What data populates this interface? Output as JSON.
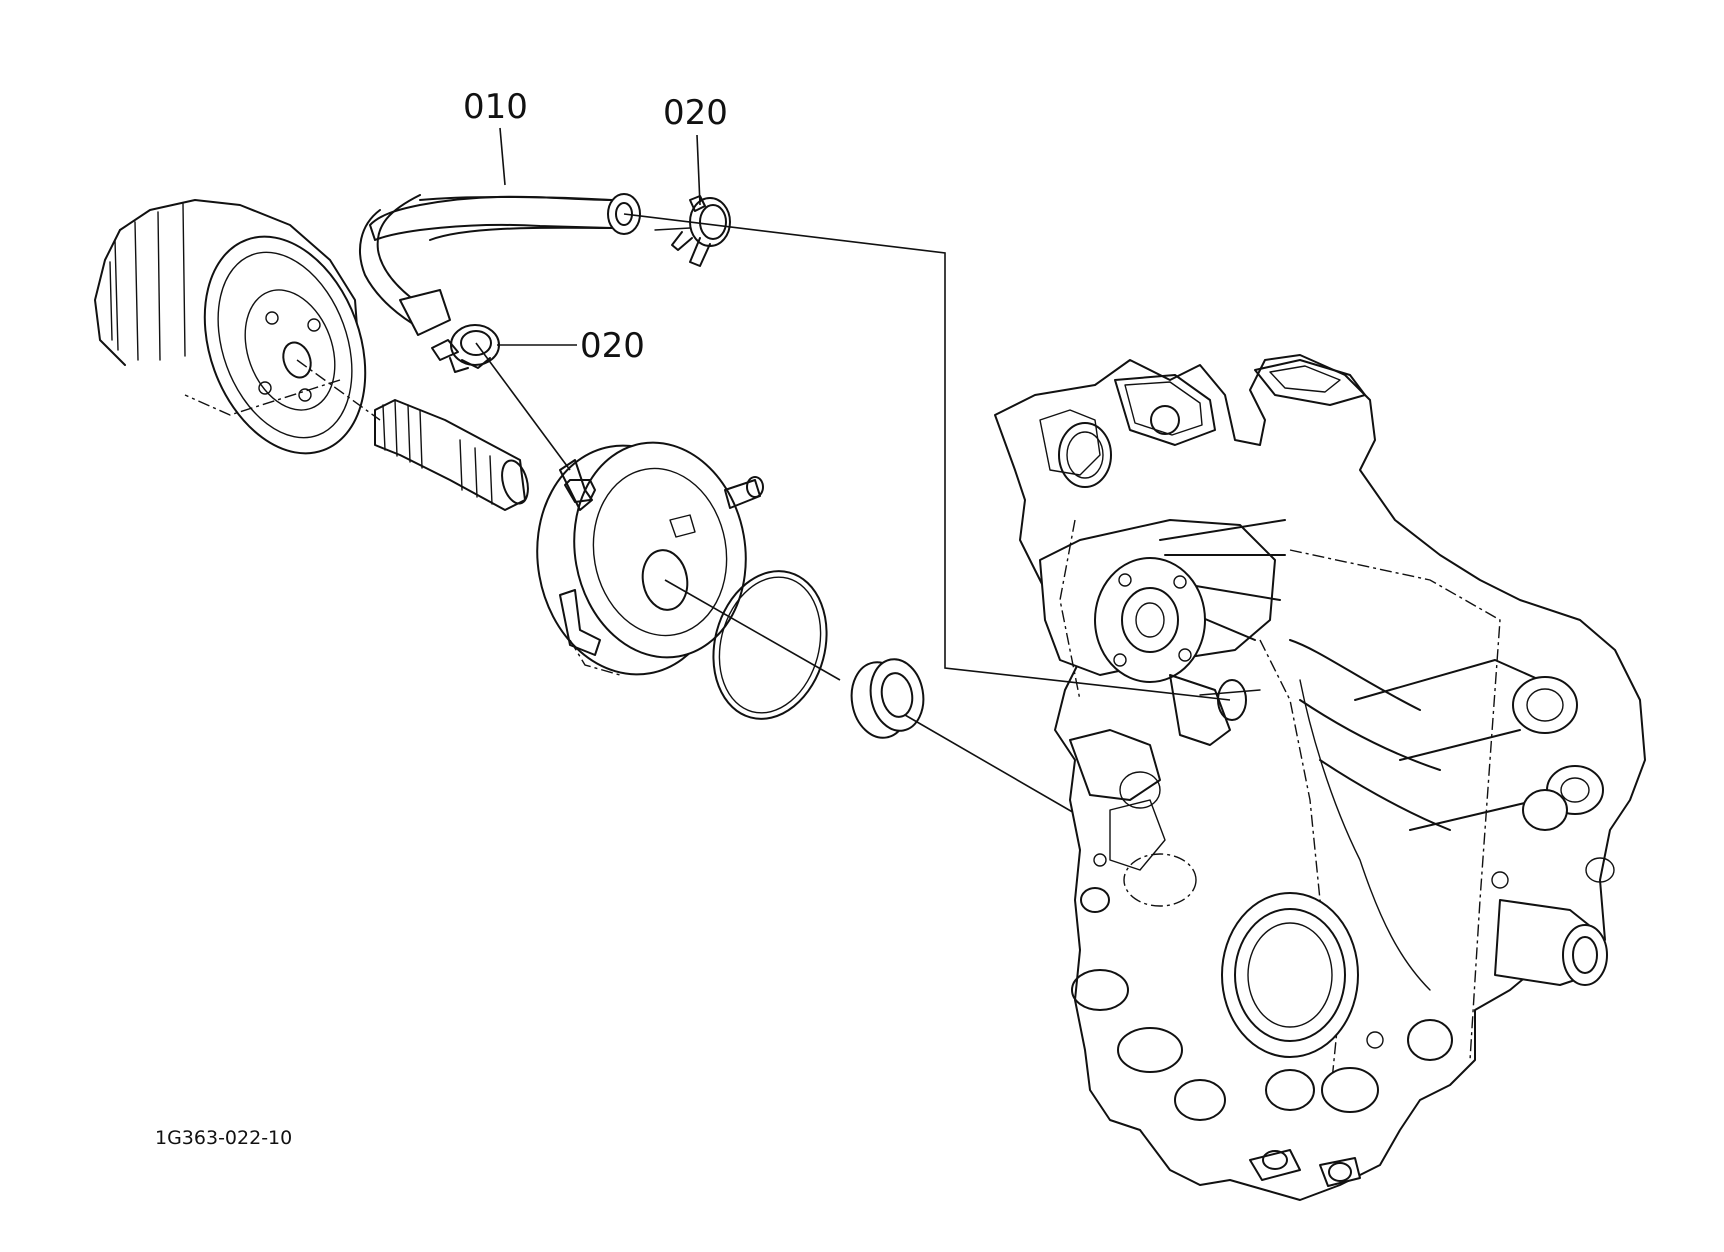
{
  "callouts": {
    "hose": "010",
    "clamp_upper": "020",
    "clamp_lower": "020"
  },
  "drawing_number": "1G363-022-10"
}
